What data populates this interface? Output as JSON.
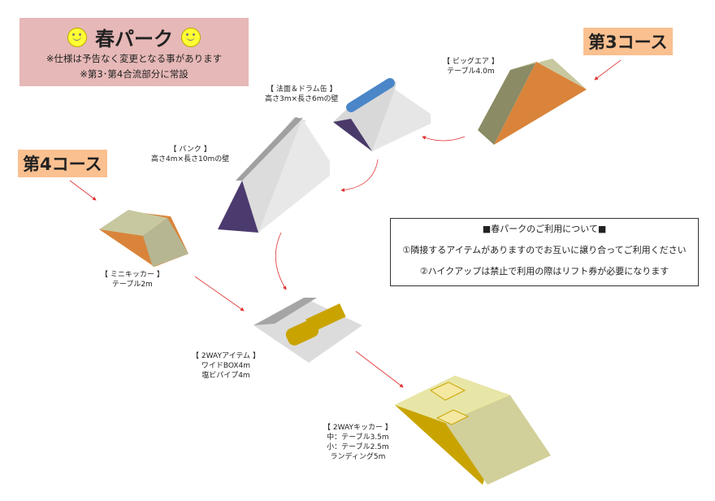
{
  "header": {
    "title": "春パーク",
    "notes": [
      "※仕様は予告なく変更となる事があります",
      "※第3･第4合流部分に常設"
    ]
  },
  "courses": {
    "c3": "第3コース",
    "c4": "第4コース"
  },
  "items": [
    {
      "name": "【 ビッグエア 】",
      "lines": [
        "テーブル4.0m"
      ]
    },
    {
      "name": "【 法面＆ドラム缶 】",
      "lines": [
        "高さ3m×長さ6mの壁"
      ]
    },
    {
      "name": "【 バンク 】",
      "lines": [
        "高さ4m×長さ10mの壁"
      ]
    },
    {
      "name": "【 ミニキッカー 】",
      "lines": [
        "テーブル2m"
      ]
    },
    {
      "name": "【 2WAYアイテム 】",
      "lines": [
        "ワイドBOX4m",
        "塩ビパイプ4m"
      ]
    },
    {
      "name": "【 2WAYキッカー 】",
      "lines": [
        "中：テーブル3.5m",
        "小：テーブル2.5m",
        "ランディング5m"
      ]
    }
  ],
  "notice": {
    "title": "■春パークのご利用について■",
    "lines": [
      "①隣接するアイテムがありますのでお互いに譲り合ってご利用ください",
      "②ハイクアップは禁止で利用の際はリフト券が必要になります"
    ]
  }
}
